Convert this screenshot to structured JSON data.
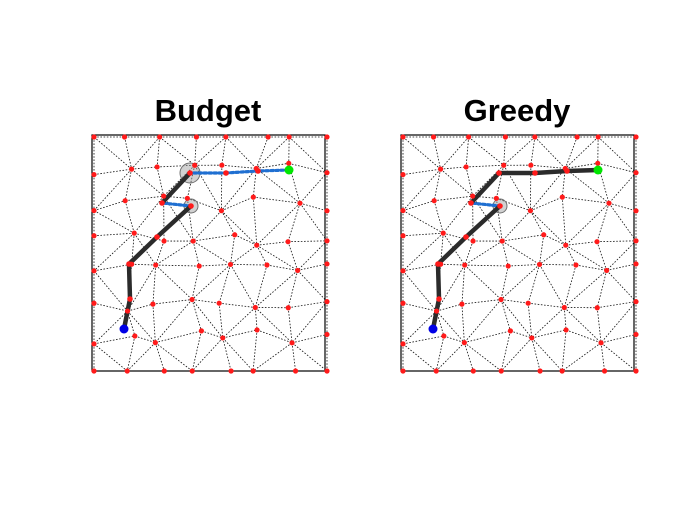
{
  "colors": {
    "node": "#ff1a1a",
    "start": "#0000e6",
    "goal": "#00e600",
    "solid_path": "#2b2b2b",
    "dotted_path": "#1f6fd1",
    "halo": "#9a9a9a"
  },
  "panels": [
    {
      "key": "budget",
      "title": "Budget",
      "solid_path": [
        [
          1,
          6
        ],
        [
          1,
          5
        ],
        [
          2,
          4
        ],
        [
          3,
          2
        ],
        [
          4,
          2
        ]
      ],
      "dotted_paths": [
        [
          [
            2,
            4
          ],
          [
            3,
            2
          ]
        ],
        [
          [
            4,
            2
          ],
          [
            4,
            1
          ]
        ],
        [
          [
            4,
            1
          ],
          [
            5,
            0
          ],
          [
            6,
            0
          ]
        ],
        [
          [
            6,
            0
          ],
          [
            7,
            0
          ],
          [
            8,
            0
          ]
        ]
      ],
      "solid_extra": [
        [
          4,
          1
        ],
        [
          5,
          0
        ]
      ],
      "halos": [
        [
          4,
          2
        ],
        [
          5,
          0
        ]
      ],
      "start": [
        1,
        6
      ],
      "goal": [
        8,
        0
      ]
    },
    {
      "key": "greedy",
      "title": "Greedy",
      "solid_path": [
        [
          1,
          6
        ],
        [
          1,
          5
        ],
        [
          2,
          4
        ],
        [
          3,
          2
        ],
        [
          4,
          2
        ]
      ],
      "dotted_paths": [
        [
          [
            2,
            4
          ],
          [
            3,
            2
          ]
        ],
        [
          [
            4,
            2
          ],
          [
            4,
            1
          ]
        ]
      ],
      "solid_extra": [
        [
          4,
          1
        ],
        [
          5,
          0
        ],
        [
          6,
          0
        ],
        [
          7,
          0
        ],
        [
          8,
          0
        ]
      ],
      "halos": [
        [
          4,
          2
        ]
      ],
      "start": [
        1,
        6
      ],
      "goal": [
        8,
        0
      ]
    }
  ]
}
